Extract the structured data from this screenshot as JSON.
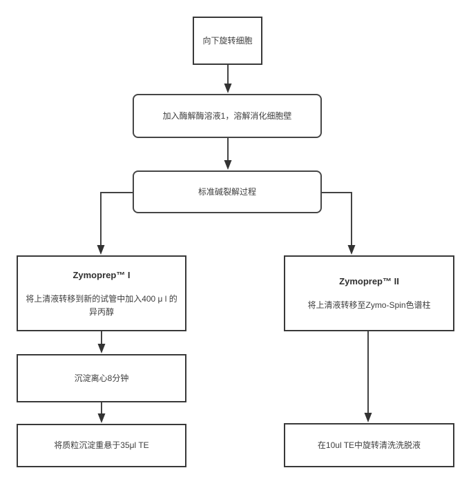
{
  "diagram": {
    "nodes": {
      "spin_down": {
        "label": "向下旋转细胞"
      },
      "add_enzyme": {
        "label": "加入酶解酶溶液1，溶解消化细胞壁"
      },
      "alkaline_lysis": {
        "label": "标准碱裂解过程"
      },
      "zymoprep1": {
        "title": "Zymoprep™ I",
        "label": "将上清液转移到新的试管中加入400 μ l 的异丙醇"
      },
      "pellet_spin": {
        "label": "沉淀离心8分钟"
      },
      "resuspend": {
        "label": "将质粒沉淀重悬于35μl TE"
      },
      "zymoprep2": {
        "title": "Zymoprep™ II",
        "label": "将上清液转移至Zymo-Spin色谱柱"
      },
      "elute": {
        "label": "在10ul TE中旋转清洗洗脱液"
      }
    },
    "colors": {
      "border": "#383838",
      "connector": "#424242",
      "arrowhead": "#333333",
      "text": "#3d3d3d",
      "background": "#ffffff"
    }
  }
}
